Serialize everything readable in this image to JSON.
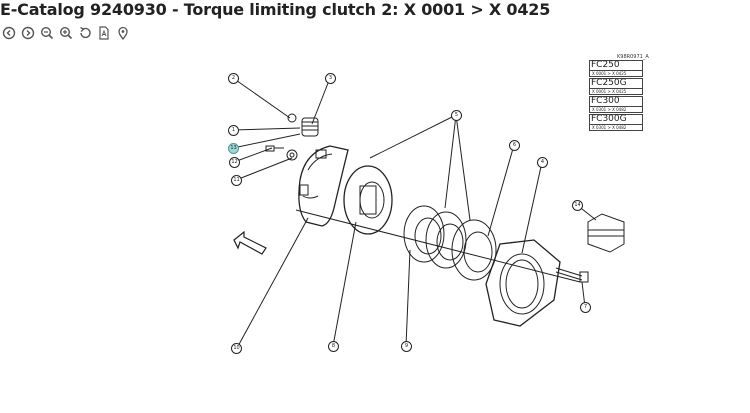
{
  "page": {
    "title": "E-Catalog 9240930 - Torque limiting clutch 2: X 0001 > X 0425"
  },
  "toolbar": {
    "icons": [
      "zoom-back-icon",
      "zoom-forward-icon",
      "zoom-out-icon",
      "zoom-in-icon",
      "reset-icon",
      "pdf-icon",
      "location-pin-icon"
    ]
  },
  "diagram": {
    "code": "K98R0971_A",
    "models": [
      {
        "name": "FC250",
        "range": "X 0001 > X 0425"
      },
      {
        "name": "FC250G",
        "range": "X 0001 > X 0425"
      },
      {
        "name": "FC300",
        "range": "X 0301 > X 0482"
      },
      {
        "name": "FC300G",
        "range": "X 0301 > X 0482"
      }
    ],
    "callouts": [
      {
        "n": "2"
      },
      {
        "n": "3"
      },
      {
        "n": "1"
      },
      {
        "n": "13"
      },
      {
        "n": "12"
      },
      {
        "n": "11"
      },
      {
        "n": "5"
      },
      {
        "n": "6"
      },
      {
        "n": "4"
      },
      {
        "n": "14"
      },
      {
        "n": "7"
      },
      {
        "n": "10"
      },
      {
        "n": "8"
      },
      {
        "n": "9"
      }
    ]
  }
}
